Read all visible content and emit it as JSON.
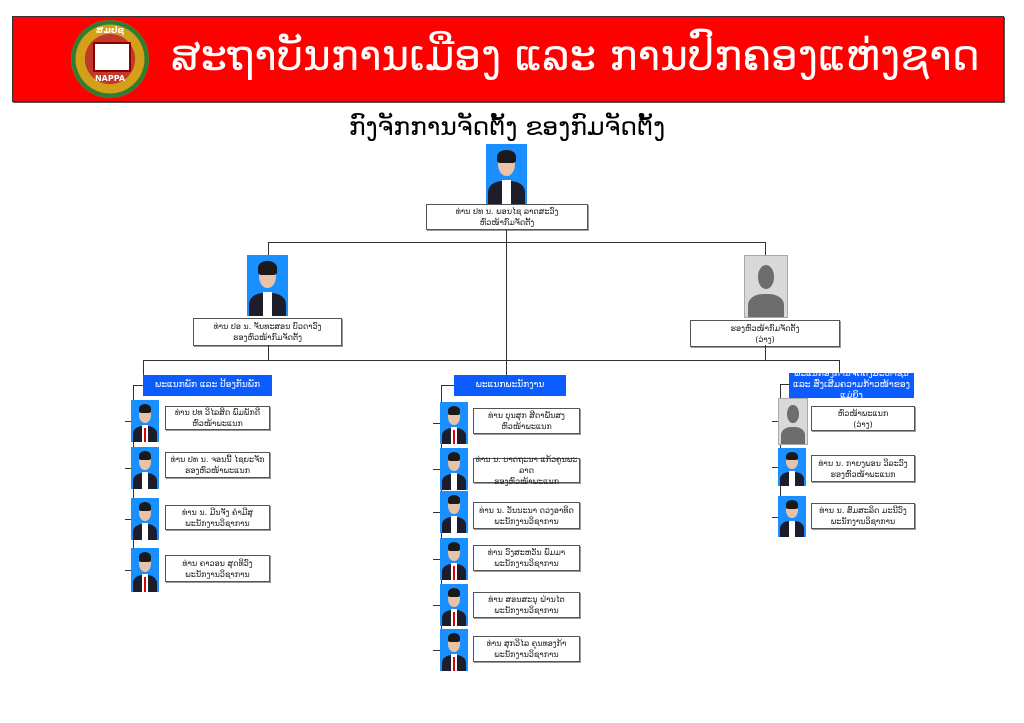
{
  "header": {
    "title": "ສະຖາບັນການເມືອງ ແລະ ການປົກຄອງແຫ່ງຊາດ",
    "logo_text_top": "ສມປຊ",
    "logo_text_bottom": "NAPPA",
    "background_color": "#ff0000"
  },
  "page_title": "ກົງຈັກການຈັດຕັ້ງ ຂອງກົມຈັດຕັ້ງ",
  "director": {
    "name": "ທ່ານ ປທ ນ. ພອນໄຊ ລາດສະວົງ",
    "role": "ຫົວໜ້າກົມຈັດຕັ້ງ"
  },
  "deputies": [
    {
      "name": "ທ່ານ ປອ ນ. ຈັນທະສອນ ບົວດາວົງ",
      "role": "ຮອງຫົວໜ້າກົມຈັດຕັ້ງ"
    },
    {
      "name": "ຮອງຫົວໜ້າກົມຈັດຕັ້ງ",
      "role": "(ວ່າງ)"
    }
  ],
  "departments": [
    {
      "title": "ພະແນກພັກ ແລະ ປ້ອງກັນພັກ",
      "members": [
        {
          "name": "ທ່ານ ປທ ວິໄລສິດ ພົມພັກດີ",
          "role": "ຫົວໜ້າພະແນກ",
          "photo": "male"
        },
        {
          "name": "ທ່ານ ປທ ນ. ຈອນນີ້ ໄຊຍະຈັກ",
          "role": "ຮອງຫົວໜ້າພະແນກ",
          "photo": "female"
        },
        {
          "name": "ທ່ານ ນ. ມີນຈັງ ຄຳມີສຸ",
          "role": "ພະນັກງານວິຊາການ",
          "photo": "female"
        },
        {
          "name": "ທ່ານ ຄາວອນ ສຸດທິວົງ",
          "role": "ພະນັກງານວິຊາການ",
          "photo": "male"
        }
      ]
    },
    {
      "title": "ພະແນກພະນັກງານ",
      "members": [
        {
          "name": "ທ່ານ ບຸນສຸກ ສີດາພັນສງ",
          "role": "ຫົວໜ້າພະແນກ",
          "photo": "male"
        },
        {
          "name": "ທ່ານ ນ. ບາດຖະນາ ແກ້ວຄູນພະລາດ",
          "role": "ຮອງຫົວໜ້າພະແນກ",
          "photo": "female"
        },
        {
          "name": "ທ່ານ ນ. ວັນນະນາ ດວງອາທິດ",
          "role": "ພະນັກງານວິຊາການ",
          "photo": "female"
        },
        {
          "name": "ທ່ານ ວົງສະຫວັນ ພົມມາ",
          "role": "ພະນັກງານວິຊາການ",
          "photo": "male"
        },
        {
          "name": "ທ່ານ ສອນສະນຸ ຝ່ານໄຕ",
          "role": "ພະນັກງານວິຊາການ",
          "photo": "male"
        },
        {
          "name": "ທ່ານ ສຸກວິໄລ ຄູນທອງກ້າ",
          "role": "ພະນັກງານວິຊາການ",
          "photo": "male"
        }
      ]
    },
    {
      "title": "ພະແນກອົງການຈັດຕັ້ງມະຫາຊົນ",
      "title_line2": "ແລະ ສົ່ງເສີມຄວາມກ້າວໜ້າຂອງແມ່ຍິງ",
      "members": [
        {
          "name": "ຫົວໜ້າພະແນກ",
          "role": "(ວ່າງ)",
          "photo": "empty"
        },
        {
          "name": "ທ່ານ ນ. ກາຍງພອນ ວິລະວົງ",
          "role": "ຮອງຫົວໜ້າພະແນກ",
          "photo": "female"
        },
        {
          "name": "ທ່ານ ນ. ສົມສະລິດ ມະນີວົງ",
          "role": "ພະນັກງານວິຊາການ",
          "photo": "female"
        }
      ]
    }
  ]
}
